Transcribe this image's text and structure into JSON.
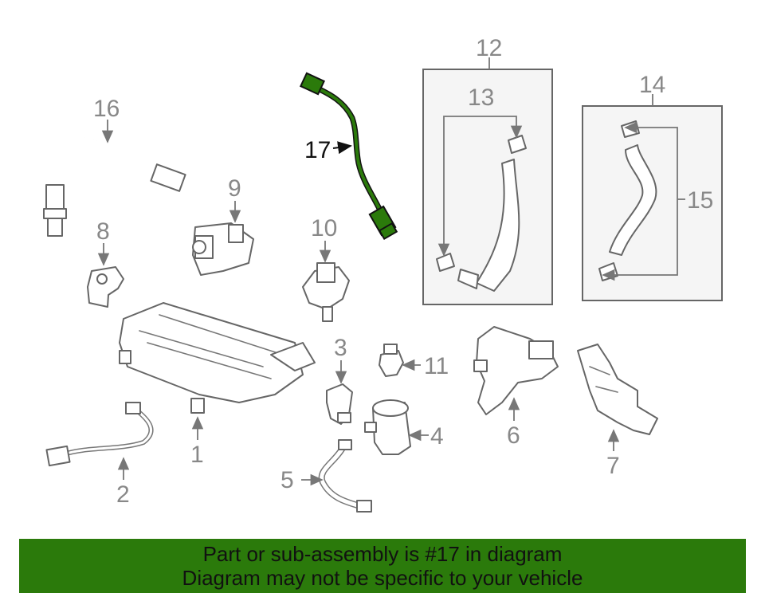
{
  "diagram": {
    "callouts": {
      "c1": "1",
      "c2": "2",
      "c3": "3",
      "c4": "4",
      "c5": "5",
      "c6": "6",
      "c7": "7",
      "c8": "8",
      "c9": "9",
      "c10": "10",
      "c11": "11",
      "c12": "12",
      "c13": "13",
      "c14": "14",
      "c15": "15",
      "c16": "16",
      "c17": "17"
    },
    "highlighted_part": "17",
    "colors": {
      "highlight": "#2b7a0b",
      "banner": "#2b7a0b",
      "line_art": "#666666",
      "callout_text": "#888888"
    }
  },
  "banner": {
    "line1": "Part or sub-assembly is #17 in diagram",
    "line2": "Diagram may not be specific to your vehicle"
  }
}
